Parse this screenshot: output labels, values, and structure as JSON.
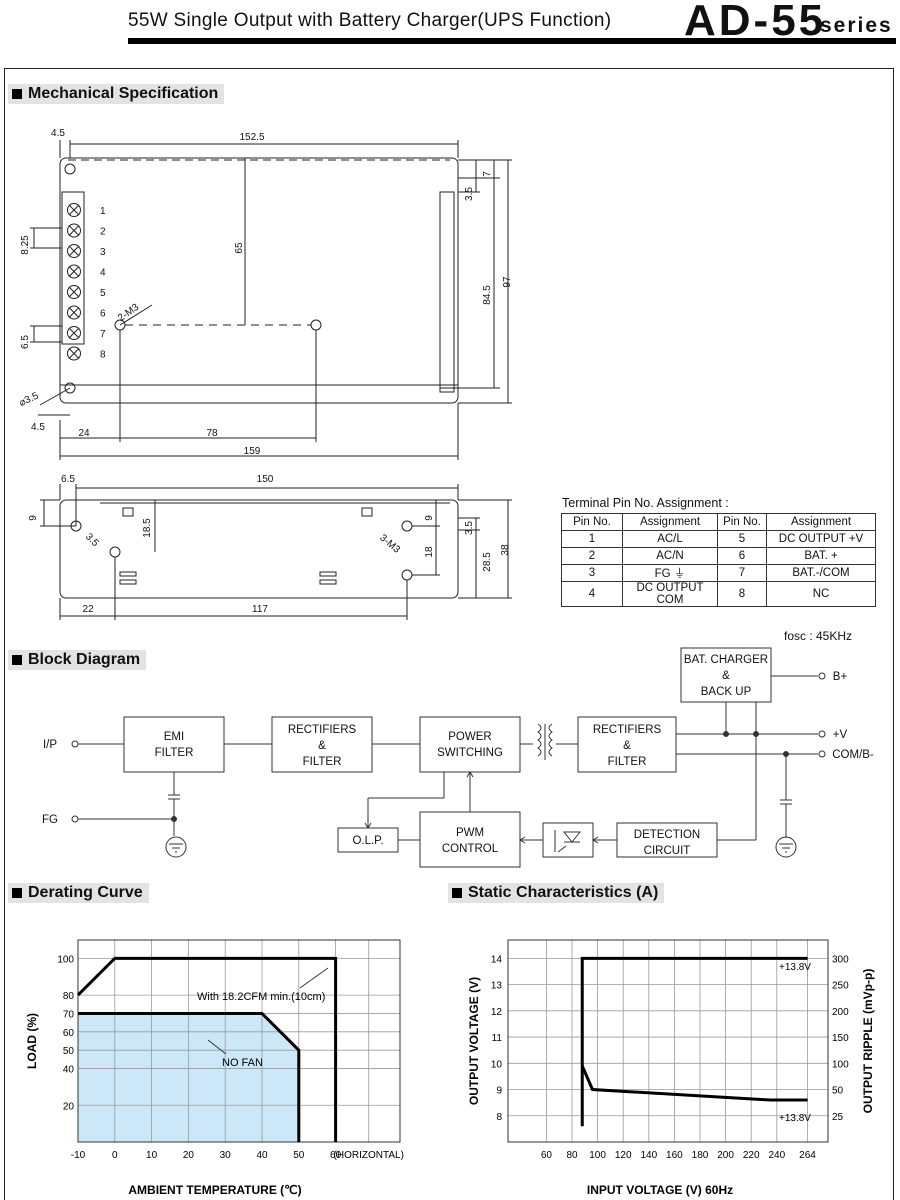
{
  "header": {
    "subtitle": "55W Single Output with Battery Charger(UPS Function)",
    "model": "AD-55",
    "series": "series"
  },
  "sections": {
    "mechanical": "Mechanical Specification",
    "block": "Block Diagram",
    "derating": "Derating Curve",
    "static": "Static Characteristics (A)"
  },
  "mechanical": {
    "dims_top": [
      "4.5",
      "152.5",
      "65",
      "2-M3",
      "8.25",
      "6.5",
      "3.5",
      "7",
      "84.5",
      "97",
      "4.5",
      "24",
      "78",
      "159"
    ],
    "pin_markers": [
      "1",
      "2",
      "3",
      "4",
      "5",
      "6",
      "7",
      "8"
    ],
    "dims_bottom": [
      "6.5",
      "150",
      "9",
      "18.5",
      "3.5",
      "3-M3",
      "9",
      "18",
      "3.5",
      "28.5",
      "38",
      "22",
      "117"
    ]
  },
  "terminal": {
    "title": "Terminal Pin No. Assignment :",
    "headers": [
      "Pin No.",
      "Assignment",
      "Pin No.",
      "Assignment"
    ],
    "rows": [
      [
        "1",
        "AC/L",
        "5",
        "DC OUTPUT +V"
      ],
      [
        "2",
        "AC/N",
        "6",
        "BAT. +"
      ],
      [
        "3",
        "FG ⏚",
        "7",
        "BAT.-/COM"
      ],
      [
        "4",
        "DC OUTPUT COM",
        "8",
        "NC"
      ]
    ]
  },
  "block": {
    "fosc": "fosc : 45KHz",
    "ip": "I/P",
    "fg": "FG",
    "emi": [
      "EMI",
      "FILTER"
    ],
    "rect1": [
      "RECTIFIERS",
      "&",
      "FILTER"
    ],
    "power": [
      "POWER",
      "SWITCHING"
    ],
    "rect2": [
      "RECTIFIERS",
      "&",
      "FILTER"
    ],
    "bat": [
      "BAT. CHARGER",
      "&",
      "BACK UP"
    ],
    "olp": "O.L.P.",
    "pwm": [
      "PWM",
      "CONTROL"
    ],
    "det": [
      "DETECTION",
      "CIRCUIT"
    ],
    "out_b": "B+",
    "out_v": "+V",
    "out_com": "COM/B-"
  },
  "chart_data": [
    {
      "type": "line",
      "title": "Derating Curve",
      "xlabel": "AMBIENT TEMPERATURE (℃)",
      "ylabel": "LOAD (%)",
      "x_ticks": [
        "-10",
        "0",
        "10",
        "20",
        "30",
        "40",
        "50",
        "60",
        "(HORIZONTAL)"
      ],
      "y_ticks": [
        "20",
        "40",
        "50",
        "60",
        "70",
        "80",
        "100"
      ],
      "series": [
        {
          "name": "With 18.2CFM min.(10cm)",
          "x": [
            -10,
            0,
            60,
            60
          ],
          "y": [
            80,
            100,
            100,
            0
          ]
        },
        {
          "name": "NO FAN",
          "x": [
            -10,
            40,
            50,
            50
          ],
          "y": [
            70,
            70,
            50,
            0
          ]
        }
      ]
    },
    {
      "type": "line",
      "title": "Static Characteristics (A)",
      "xlabel": "INPUT VOLTAGE (V) 60Hz",
      "ylabel": "OUTPUT VOLTAGE (V)",
      "y2label": "OUTPUT RIPPLE (mVp-p)",
      "x_ticks": [
        "60",
        "80",
        "100",
        "120",
        "140",
        "160",
        "180",
        "200",
        "220",
        "240",
        "264"
      ],
      "y_ticks": [
        "8",
        "9",
        "10",
        "11",
        "12",
        "13",
        "14"
      ],
      "y2_ticks": [
        "25",
        "50",
        "100",
        "150",
        "200",
        "250",
        "300"
      ],
      "series": [
        {
          "name": "+13.8V",
          "x": [
            88,
            88,
            264
          ],
          "y": [
            7.6,
            14,
            14
          ]
        },
        {
          "name": "+13.8V",
          "x": [
            88,
            96,
            235,
            264
          ],
          "y": [
            9.9,
            9.0,
            8.6,
            8.6
          ]
        }
      ]
    }
  ]
}
